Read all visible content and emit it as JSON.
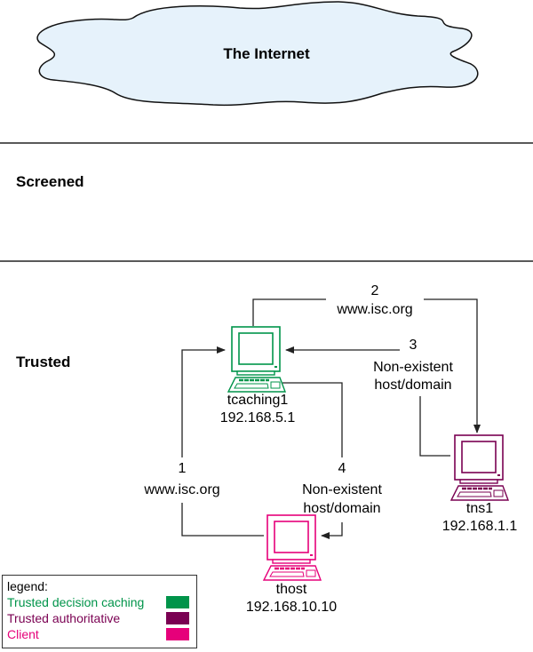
{
  "internet": {
    "label": "The Internet",
    "fill": "#e6f2fb"
  },
  "zones": [
    {
      "id": "screened",
      "label": "Screened"
    },
    {
      "id": "trusted",
      "label": "Trusted"
    }
  ],
  "hosts": [
    {
      "id": "tcaching1",
      "name": "tcaching1",
      "ip": "192.168.5.1",
      "role": "Trusted decision caching",
      "color": "#00944a"
    },
    {
      "id": "tns1",
      "name": "tns1",
      "ip": "192.168.1.1",
      "role": "Trusted authoritative",
      "color": "#7a0052"
    },
    {
      "id": "thost",
      "name": "thost",
      "ip": "192.168.10.10",
      "role": "Client",
      "color": "#e6007a"
    }
  ],
  "flows": [
    {
      "step": "1",
      "text": "www.isc.org",
      "from": "thost",
      "to": "tcaching1"
    },
    {
      "step": "2",
      "text": "www.isc.org",
      "from": "tcaching1",
      "to": "tns1"
    },
    {
      "step": "3",
      "text_line1": "Non-existent",
      "text_line2": "host/domain",
      "from": "tns1",
      "to": "tcaching1"
    },
    {
      "step": "4",
      "text_line1": "Non-existent",
      "text_line2": "host/domain",
      "from": "tcaching1",
      "to": "thost"
    }
  ],
  "legend": {
    "title": "legend:",
    "items": [
      {
        "label": "Trusted decision caching",
        "color": "#00944a"
      },
      {
        "label": "Trusted authoritative",
        "color": "#7a0052"
      },
      {
        "label": "Client",
        "color": "#e6007a"
      }
    ]
  }
}
